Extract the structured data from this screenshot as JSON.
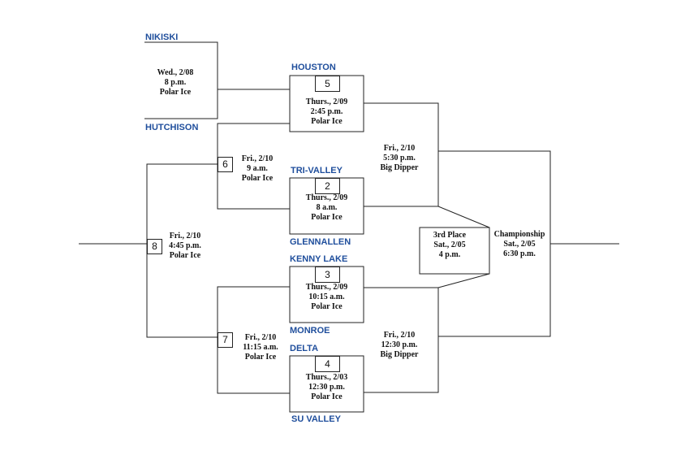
{
  "teams": {
    "nikiski": "NIKISKI",
    "hutchison": "HUTCHISON",
    "houston": "HOUSTON",
    "tri_valley": "TRI-VALLEY",
    "glennallen": "GLENNALLEN",
    "kenny_lake": "KENNY LAKE",
    "monroe": "MONROE",
    "delta": "DELTA",
    "su_valley": "SU VALLEY"
  },
  "games": {
    "nikiski_hutchison": {
      "line1": "Wed., 2/08",
      "line2": "8 p.m.",
      "line3": "Polar Ice"
    },
    "game5": {
      "number": "5",
      "line1": "Thurs., 2/09",
      "line2": "2:45 p.m.",
      "line3": "Polar Ice"
    },
    "game6": {
      "number": "6",
      "line1": "Fri., 2/10",
      "line2": "9 a.m.",
      "line3": "Polar Ice"
    },
    "game2": {
      "number": "2",
      "line1": "Thurs., 2/09",
      "line2": "8 a.m.",
      "line3": "Polar Ice"
    },
    "game8": {
      "number": "8",
      "line1": "Fri., 2/10",
      "line2": "4:45 p.m.",
      "line3": "Polar Ice"
    },
    "game3": {
      "number": "3",
      "line1": "Thurs., 2/09",
      "line2": "10:15 a.m.",
      "line3": "Polar Ice"
    },
    "game7": {
      "number": "7",
      "line1": "Fri., 2/10",
      "line2": "11:15 a.m.",
      "line3": "Polar Ice"
    },
    "game4": {
      "number": "4",
      "line1": "Thurs., 2/03",
      "line2": "12:30 p.m.",
      "line3": "Polar Ice"
    },
    "semi_top": {
      "line1": "Fri., 2/10",
      "line2": "5:30 p.m.",
      "line3": "Big Dipper"
    },
    "semi_bottom": {
      "line1": "Fri., 2/10",
      "line2": "12:30 p.m.",
      "line3": "Big Dipper"
    },
    "third_place": {
      "line1": "3rd Place",
      "line2": "Sat., 2/05",
      "line3": "4 p.m."
    },
    "championship": {
      "line1": "Championship",
      "line2": "Sat., 2/05",
      "line3": "6:30 p.m."
    }
  }
}
